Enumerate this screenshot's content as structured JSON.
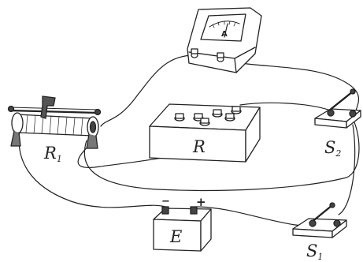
{
  "labels": {
    "rheostat": {
      "letter": "R",
      "sub": "1"
    },
    "resistance_box": {
      "letter": "R"
    },
    "switch_s2": {
      "letter": "S",
      "sub": "2"
    },
    "switch_s1": {
      "letter": "S",
      "sub": "1"
    },
    "battery": {
      "letter": "E"
    }
  },
  "meter_symbol": "A",
  "battery_terminals": {
    "negative": "−",
    "positive": "+"
  },
  "colors": {
    "ink": "#222222",
    "paper": "#ffffff",
    "shade": "#9a9a9a"
  }
}
